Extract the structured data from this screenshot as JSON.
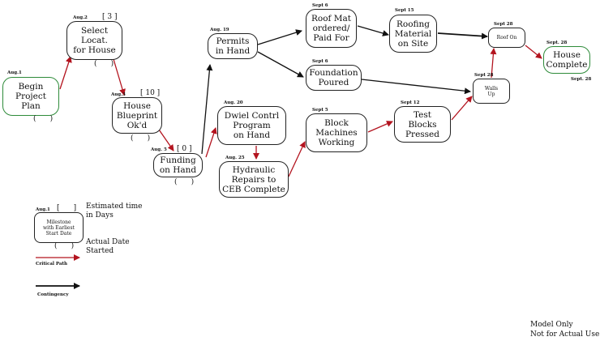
{
  "nodes": {
    "begin": {
      "text": "Begin\nProject\nPlan",
      "date": "Aug.1",
      "bottom": "(      )"
    },
    "select": {
      "text": "Select Locat.\nfor House",
      "date": "Aug.2",
      "top": "[ 3 ]",
      "bottom": "(      )"
    },
    "blueprint": {
      "text": "House\nBlueprint\nOk'd",
      "date": "Aug.3",
      "top": "[ 10 ]",
      "bottom": "(      )"
    },
    "funding": {
      "text": "Funding\non Hand",
      "date": "Aug. 5",
      "top": "[ 0 ]",
      "bottom": "(      )"
    },
    "permits": {
      "text": "Permits\nin Hand",
      "date": "Aug. 19"
    },
    "dwiel": {
      "text": "Dwiel Contrl\nProgram\non Hand",
      "date": "Aug. 20"
    },
    "hydraulic": {
      "text": "Hydraulic\nRepairs to\nCEB Complete",
      "date": "Aug. 25"
    },
    "roofmat": {
      "text": "Roof Mat\nordered/\nPaid For",
      "date": "Sept 6"
    },
    "foundation": {
      "text": "Foundation\nPoured",
      "date": "Sept 6"
    },
    "block": {
      "text": "Block\nMachines\nWorking",
      "date": "Sept 5"
    },
    "roofing": {
      "text": "Roofing\nMaterial\non Site",
      "date": "Sept 15"
    },
    "test": {
      "text": "Test\nBlocks\nPressed",
      "date": "Sept 12"
    },
    "walls": {
      "text": "Walls\nUp",
      "date": "Sept 28"
    },
    "roofon": {
      "text": "Roof On",
      "date": "Sept 28"
    },
    "complete": {
      "text": "House\nComplete",
      "date": "Sept. 28",
      "date2": "Sept. 28"
    }
  },
  "legend": {
    "node_text": "Milestone\nwith Earliest\nStart Date",
    "date": "Aug.1",
    "top": "[      ]",
    "bottom": "(      )",
    "est_label": "Estimated time\nin Days",
    "actual_label": "Actual Date\nStarted",
    "critical_label": "Critical Path",
    "contingency_label": "Contingency"
  },
  "footer": {
    "line1": "Model Only",
    "line2": "Not for Actual Use"
  },
  "colors": {
    "critical": "#b3141f",
    "contingency": "#111111",
    "milestone_green": "#2e8b3a"
  }
}
